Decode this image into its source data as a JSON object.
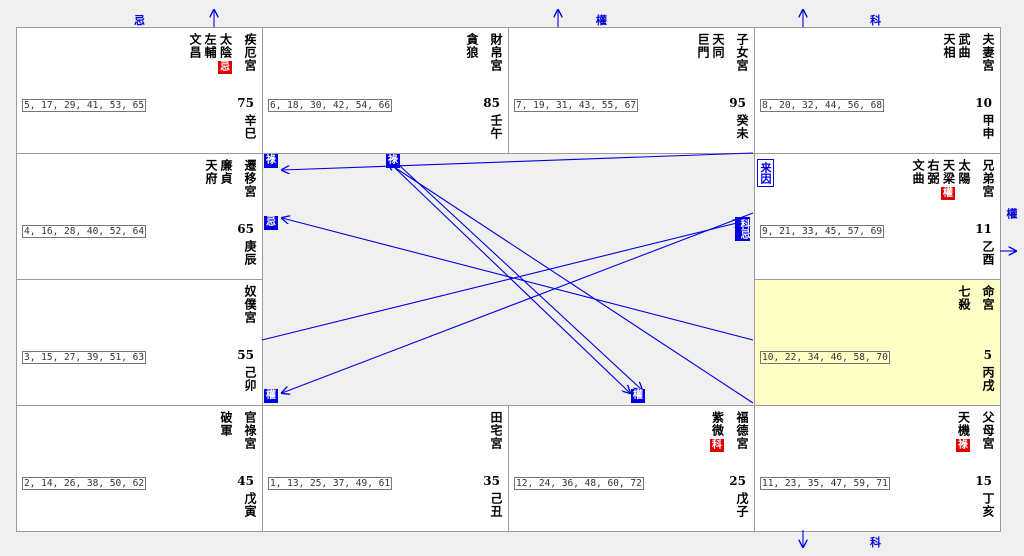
{
  "cells": [
    {
      "id": "si",
      "row": 0,
      "col": 0,
      "palace": "疾厄宮",
      "stars": [
        {
          "name": "太陰",
          "badge": "忌"
        },
        {
          "name": "左輔"
        },
        {
          "name": "文昌"
        }
      ],
      "ages": "5, 17, 29, 41, 53, 65",
      "num": "75",
      "gz": "辛巳"
    },
    {
      "id": "wu",
      "row": 0,
      "col": 1,
      "palace": "財帛宮",
      "stars": [
        {
          "name": "貪狼"
        }
      ],
      "ages": "6, 18, 30, 42, 54, 66",
      "num": "85",
      "gz": "壬午"
    },
    {
      "id": "wei",
      "row": 0,
      "col": 2,
      "palace": "子女宮",
      "stars": [
        {
          "name": "天同"
        },
        {
          "name": "巨門"
        }
      ],
      "ages": "7, 19, 31, 43, 55, 67",
      "num": "95",
      "gz": "癸未"
    },
    {
      "id": "shen",
      "row": 0,
      "col": 3,
      "palace": "夫妻宮",
      "stars": [
        {
          "name": "武曲"
        },
        {
          "name": "天相"
        }
      ],
      "ages": "8, 20, 32, 44, 56, 68",
      "num": "10",
      "gz": "甲申"
    },
    {
      "id": "chen",
      "row": 1,
      "col": 0,
      "palace": "遷移宮",
      "stars": [
        {
          "name": "廉貞"
        },
        {
          "name": "天府"
        }
      ],
      "ages": "4, 16, 28, 40, 52, 64",
      "num": "65",
      "gz": "庚辰"
    },
    {
      "id": "you",
      "row": 1,
      "col": 3,
      "palace": "兄弟宮",
      "stars": [
        {
          "name": "太陽"
        },
        {
          "name": "天梁",
          "badge": "權"
        },
        {
          "name": "右弼"
        },
        {
          "name": "文曲"
        }
      ],
      "ages": "9, 21, 33, 45, 57, 69",
      "num": "11",
      "gz": "乙酉"
    },
    {
      "id": "mao",
      "row": 2,
      "col": 0,
      "palace": "奴僕宮",
      "stars": [],
      "ages": "3, 15, 27, 39, 51, 63",
      "num": "55",
      "gz": "己卯"
    },
    {
      "id": "xu",
      "row": 2,
      "col": 3,
      "palace": "命宮",
      "stars": [
        {
          "name": "七殺"
        }
      ],
      "ages": "10, 22, 34, 46, 58, 70",
      "num": "5",
      "gz": "丙戌",
      "highlight": true
    },
    {
      "id": "yin",
      "row": 3,
      "col": 0,
      "palace": "官祿宮",
      "stars": [
        {
          "name": "破軍"
        }
      ],
      "ages": "2, 14, 26, 38, 50, 62",
      "num": "45",
      "gz": "戊寅"
    },
    {
      "id": "chou",
      "row": 3,
      "col": 1,
      "palace": "田宅宮",
      "stars": [],
      "ages": "1, 13, 25, 37, 49, 61",
      "num": "35",
      "gz": "己丑"
    },
    {
      "id": "zi",
      "row": 3,
      "col": 2,
      "palace": "福德宮",
      "stars": [
        {
          "name": "紫微",
          "badge": "科"
        }
      ],
      "ages": "12, 24, 36, 48, 60, 72",
      "num": "25",
      "gz": "戊子"
    },
    {
      "id": "hai",
      "row": 3,
      "col": 3,
      "palace": "父母宮",
      "stars": [
        {
          "name": "天機",
          "badge": "祿"
        }
      ],
      "ages": "11, 23, 35, 47, 59, 71",
      "num": "15",
      "gz": "丁亥"
    }
  ],
  "markers": [
    {
      "id": "m1",
      "label": "祿"
    },
    {
      "id": "m2",
      "label": "祿"
    },
    {
      "id": "m3",
      "label": "忌"
    },
    {
      "id": "m4",
      "label": "科忌"
    },
    {
      "id": "m5",
      "label": "權"
    },
    {
      "id": "m6",
      "label": "權"
    }
  ],
  "laiyin": "来因",
  "edges": [
    {
      "id": "e1",
      "label": "忌"
    },
    {
      "id": "e2",
      "label": "權"
    },
    {
      "id": "e3",
      "label": "科"
    },
    {
      "id": "e4",
      "label": "權"
    },
    {
      "id": "e5",
      "label": "科"
    }
  ],
  "colors": {
    "accent": "#0000e0",
    "badge": "#e00000",
    "highlight": "#ffffc6"
  }
}
